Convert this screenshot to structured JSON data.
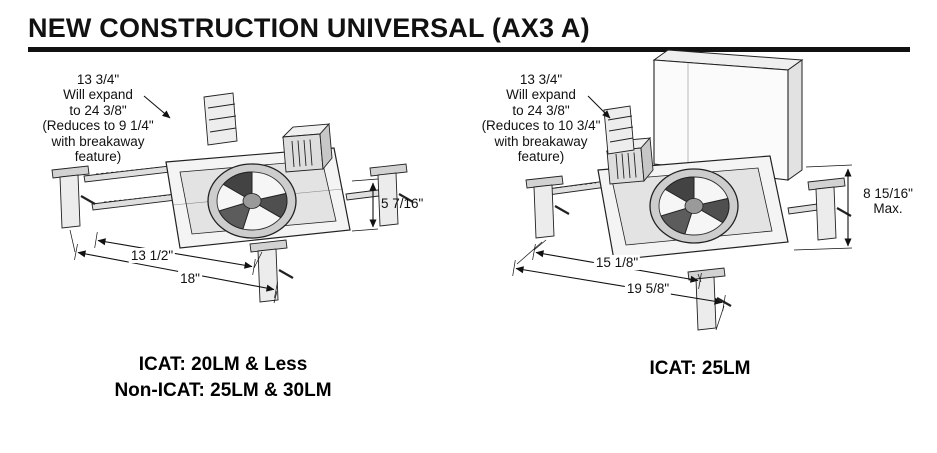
{
  "title": "NEW CONSTRUCTION UNIVERSAL (AX3 A)",
  "left": {
    "callout": "13 3/4\"\nWill expand\nto 24 3/8\"\n(Reduces to 9 1/4\"\nwith breakaway\nfeature)",
    "dim_height": "5 7/16\"",
    "dim_pan": "13 1/2\"",
    "dim_overall": "18\"",
    "caption": "ICAT: 20LM & Less\nNon-ICAT: 25LM & 30LM"
  },
  "right": {
    "callout": "13 3/4\"\nWill expand\nto 24 3/8\"\n(Reduces to 10 3/4\"\nwith breakaway\nfeature)",
    "dim_height": "8 15/16\"\nMax.",
    "dim_pan": "15 1/8\"",
    "dim_overall": "19 5/8\"",
    "caption": "ICAT: 25LM"
  }
}
